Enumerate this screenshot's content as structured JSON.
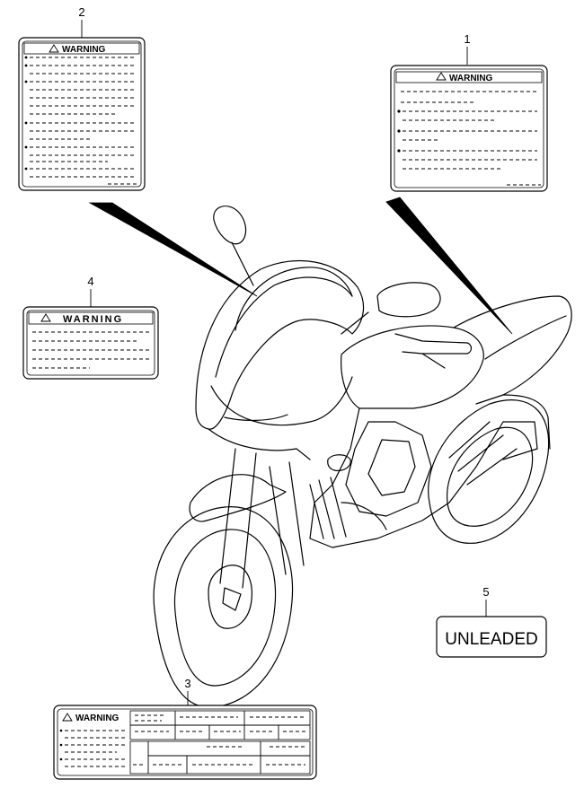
{
  "callouts": {
    "c1": "1",
    "c2": "2",
    "c3": "3",
    "c4": "4",
    "c5": "5"
  },
  "labels": {
    "warning_text": "WARNING",
    "unleaded_text": "UNLEADED"
  }
}
